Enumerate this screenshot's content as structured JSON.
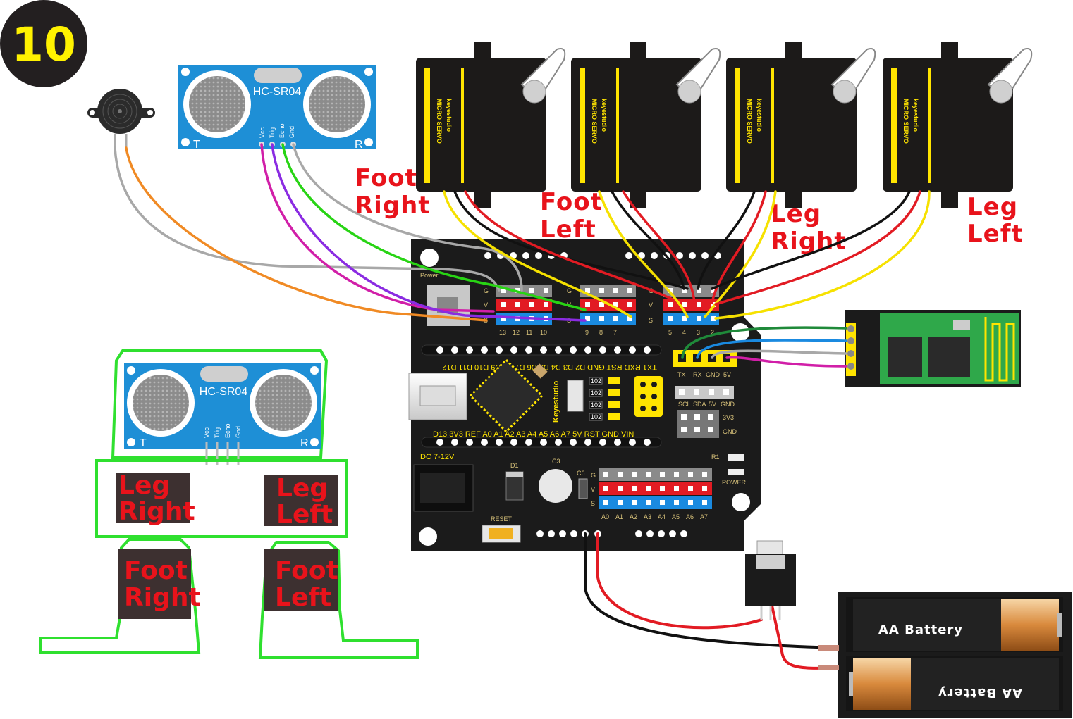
{
  "step": {
    "number": "10"
  },
  "ultrasonic": {
    "model": "HC-SR04",
    "t": "T",
    "r": "R",
    "pins": [
      "Vcc",
      "Trig",
      "Echo",
      "Gnd"
    ]
  },
  "servos": [
    {
      "brand": "keyestudio",
      "type": "MICRO SERVO",
      "label1": "Foot",
      "label2": "Right"
    },
    {
      "brand": "keyestudio",
      "type": "MICRO SERVO",
      "label1": "Foot",
      "label2": "Left"
    },
    {
      "brand": "keyestudio",
      "type": "MICRO SERVO",
      "label1": "Leg",
      "label2": "Right"
    },
    {
      "brand": "keyestudio",
      "type": "MICRO SERVO",
      "label1": "Leg",
      "label2": "Left"
    }
  ],
  "board": {
    "brand": "Keyestudio",
    "power_label": "Power",
    "gvs": [
      "G",
      "V",
      "S"
    ],
    "top_pins_left": [
      "13",
      "12",
      "11",
      "10"
    ],
    "top_pins_mid": [
      "9",
      "8",
      "7"
    ],
    "top_pins_right": [
      "5",
      "4",
      "3",
      "2"
    ],
    "header_top": "TX1 RXD RST GND D2 D3 D4 D5 D6 D7 D8 D9 D10 D11 D12",
    "header_bottom": "D13 3V3 REF A0 A1 A2 A3 A4 A5 A6 A7 5V RST GND VIN",
    "serial_pins": [
      "TX",
      "RX",
      "GND",
      "5V"
    ],
    "i2c_pins": [
      "SCL",
      "SDA",
      "5V",
      "GND"
    ],
    "v3": "3V3",
    "gnd": "GND",
    "dc": "DC 7-12V",
    "d1": "D1",
    "c3": "C3",
    "c6": "C6",
    "r1": "R1",
    "power_led": "POWER",
    "reset": "RESET",
    "analog_pins": [
      "A0",
      "A1",
      "A2",
      "A3",
      "A4",
      "A5",
      "A6",
      "A7"
    ],
    "chip_labels": [
      "102",
      "102",
      "102",
      "102"
    ]
  },
  "battery": {
    "label_top": "AA  Battery",
    "label_bottom": "AA  Battery"
  },
  "robot": {
    "model": "HC-SR04",
    "t": "T",
    "r": "R",
    "pins": [
      "Vcc",
      "Trig",
      "Echo",
      "Gnd"
    ],
    "leg_right": [
      "Leg",
      "Right"
    ],
    "leg_left": [
      "Leg",
      "Left"
    ],
    "foot_right": [
      "Foot",
      "Right"
    ],
    "foot_left": [
      "Foot",
      "Left"
    ]
  },
  "colors": {
    "board": "#1b1b1b",
    "module_blue": "#1e8fd6",
    "label_red": "#e8131b",
    "outline_green": "#2fe02f",
    "servo_black": "#1c1a19",
    "servo_yellow": "#ffe400",
    "bt_green": "#2fa84a"
  }
}
